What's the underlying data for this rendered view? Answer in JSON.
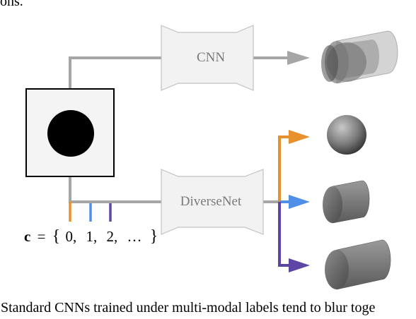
{
  "header_fragment": "ons.",
  "nodes": {
    "top_network": "CNN",
    "bottom_network": "DiverseNet"
  },
  "condition": {
    "variable": "c",
    "equals": "=",
    "open_brace": "{",
    "values": [
      "0,",
      "1,",
      "2,",
      "…"
    ],
    "close_brace": "}"
  },
  "colors": {
    "mode_0": "#e8912c",
    "mode_1": "#4f8fe8",
    "mode_2": "#5c45a3",
    "connector": "#a6a6a6",
    "network_fill": "#f2f2f2",
    "network_stroke": "#c2c2c2"
  },
  "caption_fragment": "Standard CNNs trained under multi-modal labels tend to blur toge"
}
